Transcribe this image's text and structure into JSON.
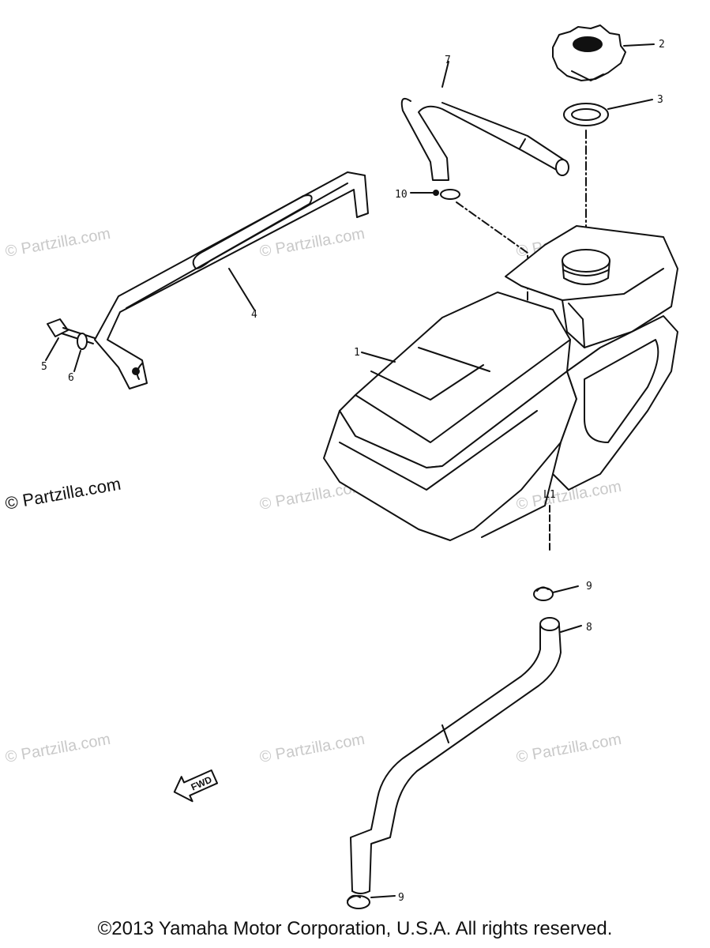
{
  "callouts": {
    "p1": "1",
    "p2": "2",
    "p3": "3",
    "p4": "4",
    "p5": "5",
    "p6": "6",
    "p7": "7",
    "p8": "8",
    "p9a": "9",
    "p9b": "9",
    "p10": "10"
  },
  "fwd_label": "FWD",
  "watermark": {
    "faint": "© Partzilla.com",
    "dark": "© Partzilla.com"
  },
  "copyright": "©2013  Yamaha Motor Corporation, U.S.A. All rights reserved.",
  "icons": [
    "fwd-arrow-icon"
  ]
}
